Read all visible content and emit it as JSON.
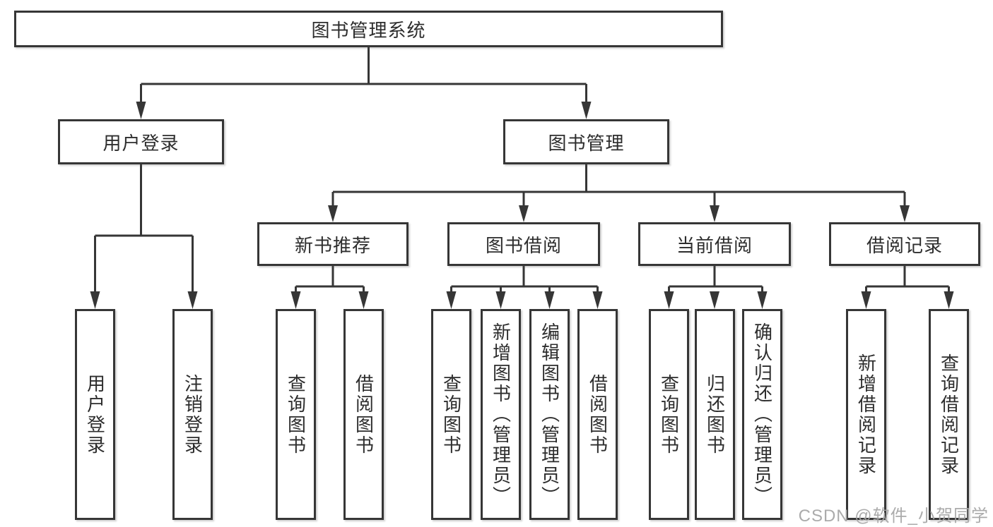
{
  "diagram_type": "hierarchy-tree",
  "tree": {
    "label": "图书管理系统",
    "children": [
      {
        "label": "用户登录",
        "children": [
          {
            "label": "用户登录"
          },
          {
            "label": "注销登录"
          }
        ]
      },
      {
        "label": "图书管理",
        "children": [
          {
            "label": "新书推荐",
            "children": [
              {
                "label": "查询图书"
              },
              {
                "label": "借阅图书"
              }
            ]
          },
          {
            "label": "图书借阅",
            "children": [
              {
                "label": "查询图书"
              },
              {
                "label": "新增图书（管理员）"
              },
              {
                "label": "编辑图书（管理员）"
              },
              {
                "label": "借阅图书"
              }
            ]
          },
          {
            "label": "当前借阅",
            "children": [
              {
                "label": "查询图书"
              },
              {
                "label": "归还图书"
              },
              {
                "label": "确认归还（管理员）"
              }
            ]
          },
          {
            "label": "借阅记录",
            "children": [
              {
                "label": "新增借阅记录"
              },
              {
                "label": "查询借阅记录"
              }
            ]
          }
        ]
      }
    ]
  },
  "watermark": {
    "text": "CSDN @软件_小贺同学"
  },
  "colors": {
    "line": "#363636",
    "text": "#2d2d2d",
    "background": "#ffffff",
    "watermark": "#a4a4a4"
  }
}
